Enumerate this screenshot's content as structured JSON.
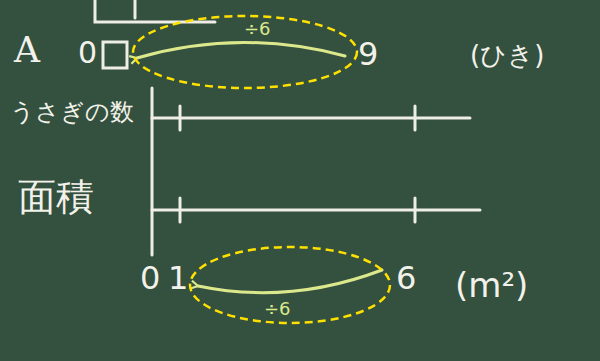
{
  "diagram": {
    "labels": [
      "A",
      "0",
      "9",
      "(ひき)",
      "÷6",
      "うさぎの数",
      "面積",
      "0",
      "1",
      "6",
      "(m²)",
      "÷6"
    ]
  }
}
